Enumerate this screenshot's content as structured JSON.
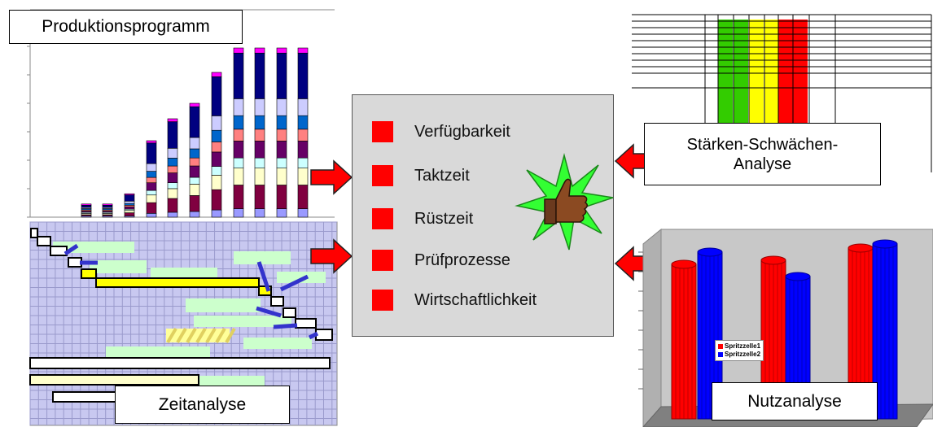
{
  "labels": {
    "production": "Produktionsprogramm",
    "time": "Zeitanalyse",
    "strength_line1": "Stärken-Schwächen-",
    "strength_line2": "Analyse",
    "usage": "Nutzanalyse"
  },
  "criteria": [
    "Verfügbarkeit",
    "Taktzeit",
    "Rüstzeit",
    "Prüfprozesse",
    "Wirtschaftlichkeit"
  ],
  "colors": {
    "criteria_square": "#ff0000",
    "arrow": "#ff0000",
    "panel": "#d9d9d9",
    "star": "#33ff33",
    "gantt_bg": "#c8c8f0",
    "bar_red": "#ff0000",
    "bar_blue": "#0000ff"
  },
  "icons": {
    "center": "thumbs-up-icon"
  },
  "usage_legend": [
    "Spritzzelle1",
    "Spritzzelle2"
  ]
}
